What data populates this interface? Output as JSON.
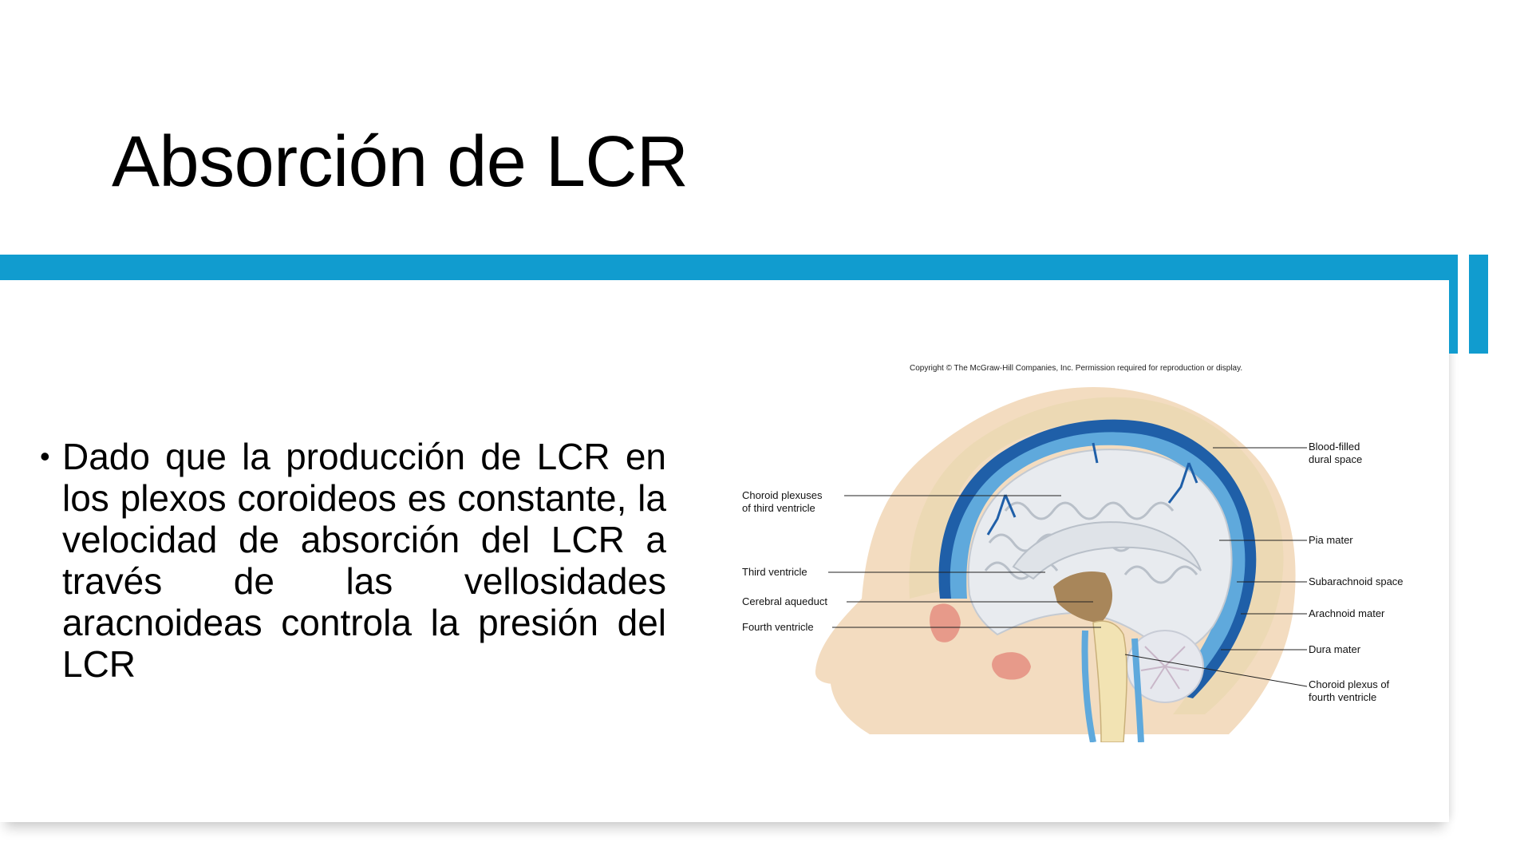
{
  "slide": {
    "title": "Absorción de LCR",
    "bullet": "Dado que la producción de LCR en los plexos coroideos es constante, la velocidad de absorción del LCR a través de las vellosidades aracnoideas controla la presión del LCR"
  },
  "figure": {
    "copyright": "Copyright © The McGraw-Hill Companies, Inc. Permission required for reproduction or display.",
    "labels": {
      "choroid_plexuses_third": "Choroid plexuses\nof third ventricle",
      "third_ventricle": "Third ventricle",
      "cerebral_aqueduct": "Cerebral aqueduct",
      "fourth_ventricle": "Fourth ventricle",
      "blood_filled_dural_space": "Blood-filled\ndural space",
      "pia_mater": "Pia mater",
      "subarachnoid_space": "Subarachnoid space",
      "arachnoid_mater": "Arachnoid mater",
      "dura_mater": "Dura mater",
      "choroid_plexus_fourth": "Choroid plexus of\nfourth ventricle"
    }
  },
  "colors": {
    "accent": "#119ccf",
    "csf_blue": "#5fa9dc",
    "dura_blue": "#1f5fa8",
    "skull": "#ecd9b4",
    "skin": "#f3dcc0",
    "brain": "#e8ebef",
    "ventricle": "#a8865a",
    "sinus": "#e79a8a"
  }
}
